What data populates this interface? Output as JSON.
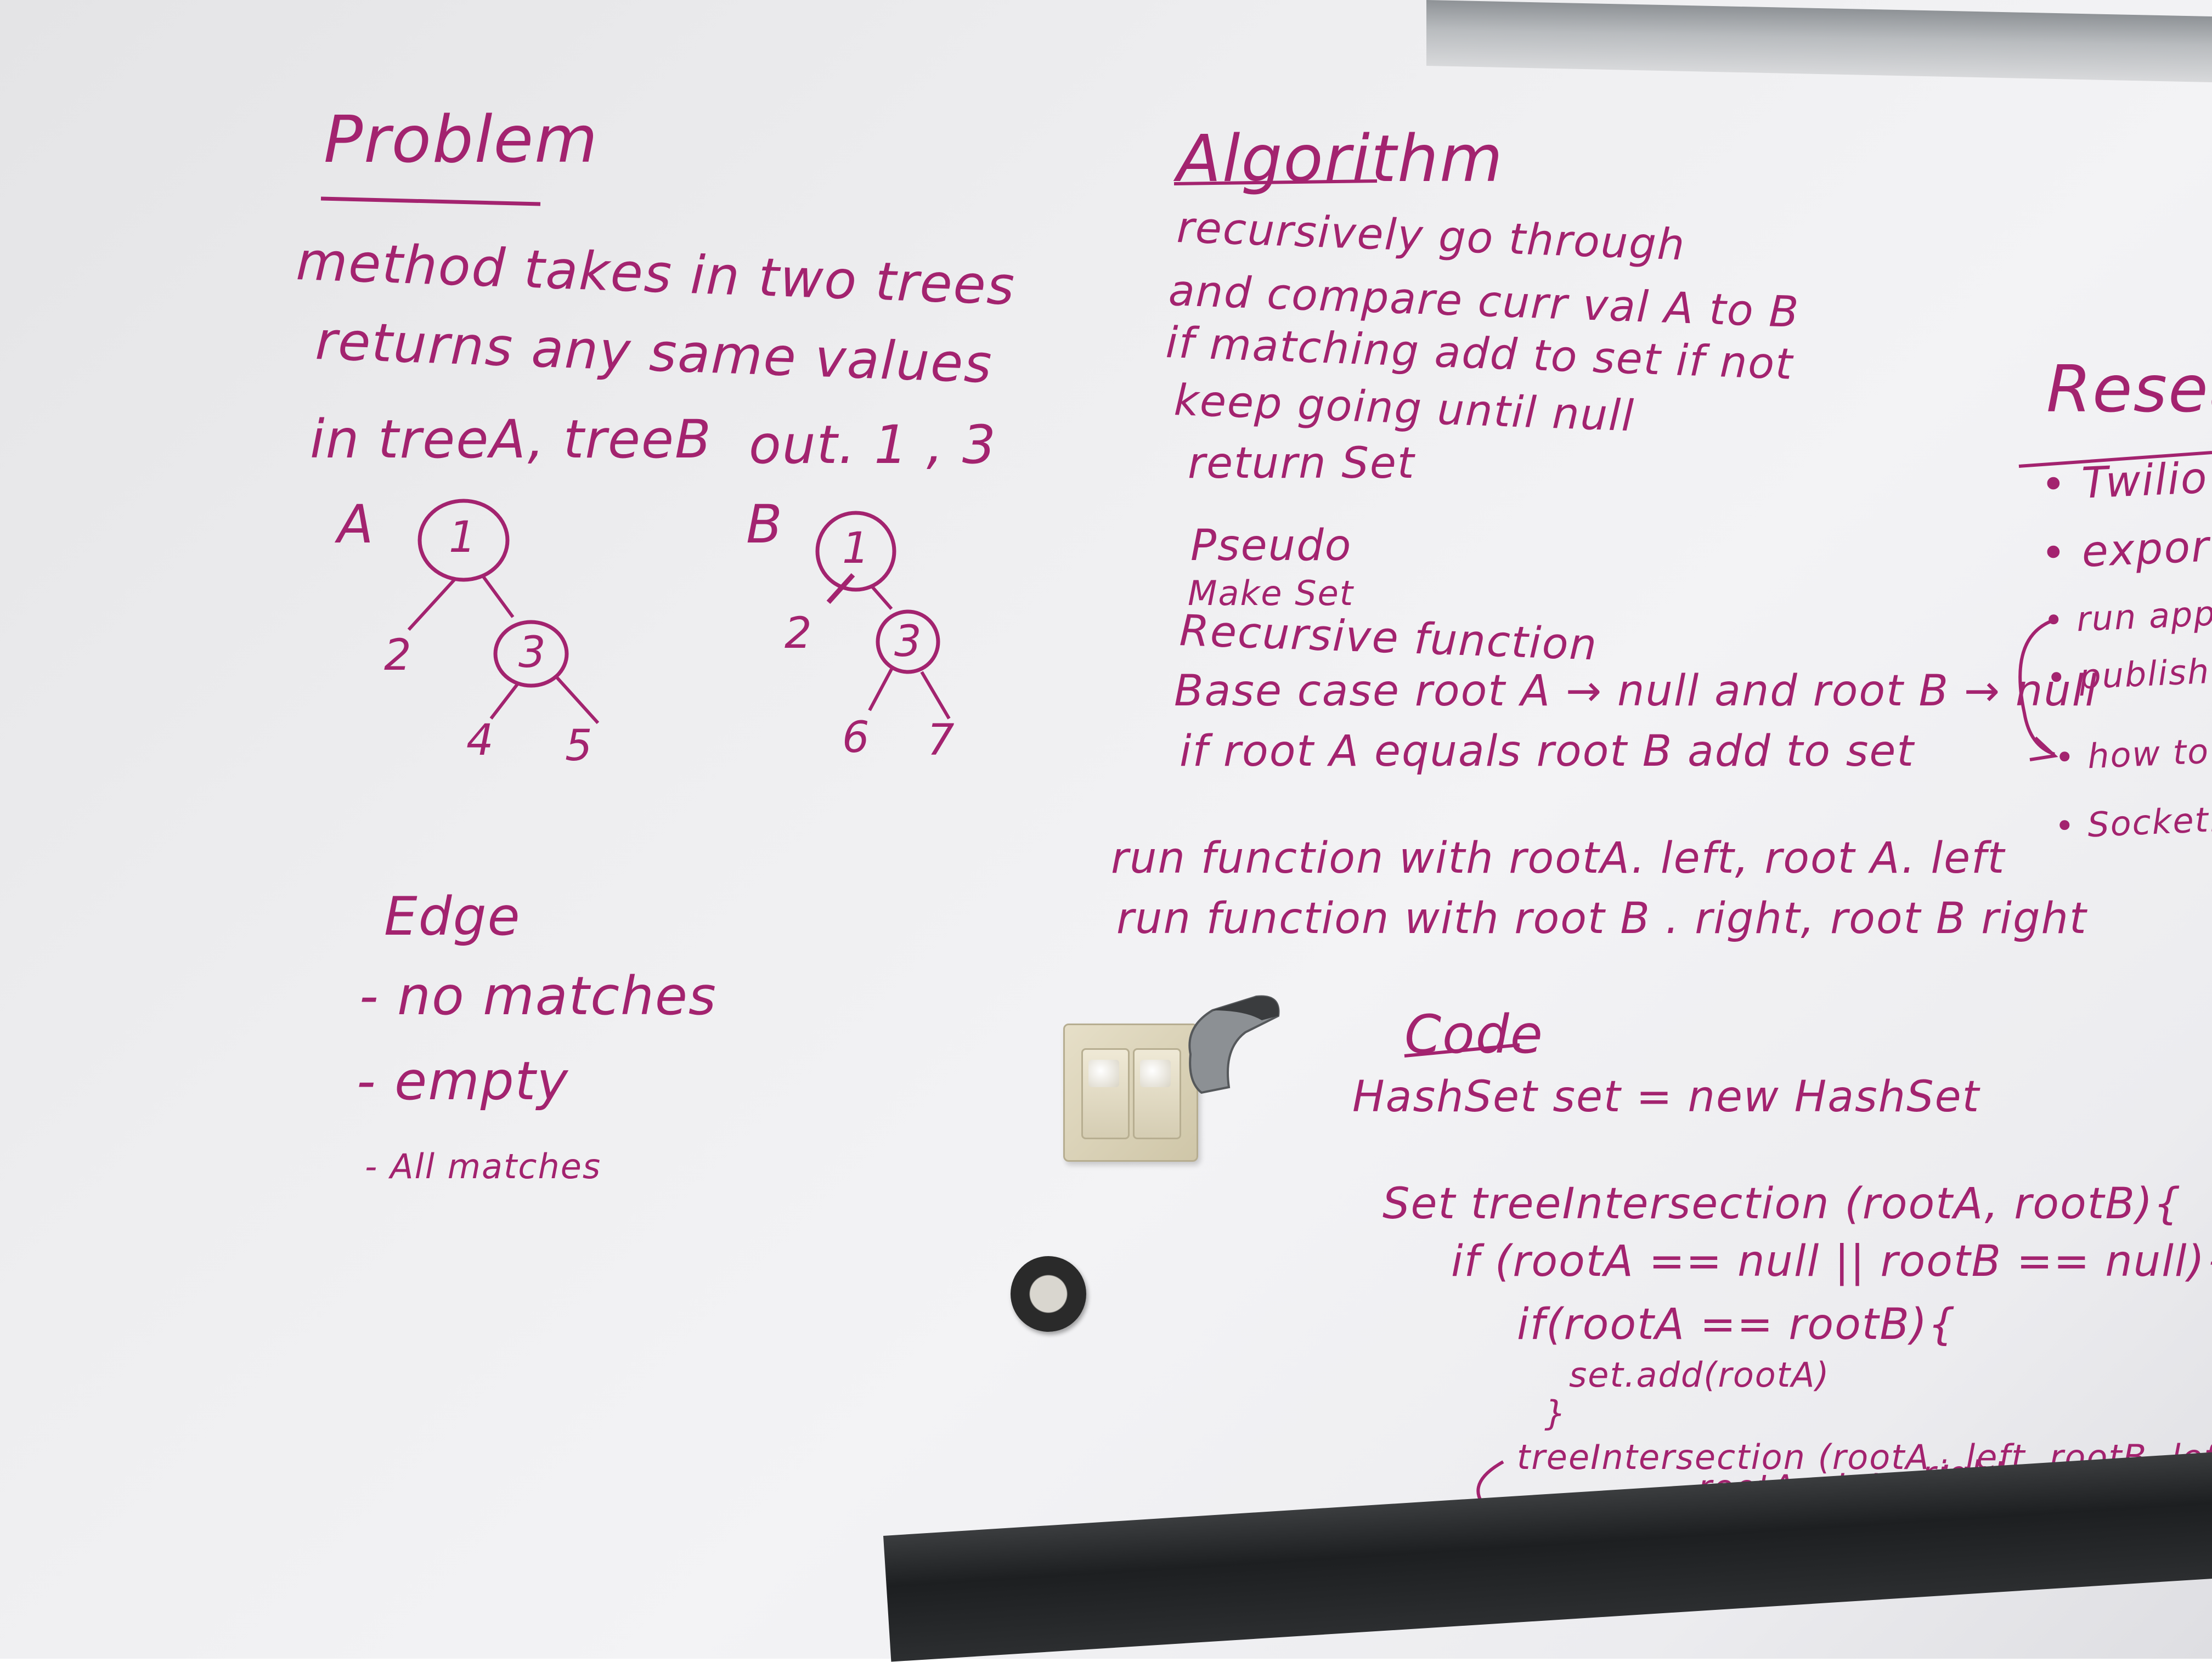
{
  "problem": {
    "heading": "Problem",
    "line1": "method takes in two trees",
    "line2": "returns any same values",
    "input": "in  treeA, treeB",
    "output": "out. 1 , 3"
  },
  "tree_a": {
    "label": "A",
    "root": "1",
    "left": "2",
    "right": "3",
    "right_left": "4",
    "right_right": "5"
  },
  "tree_b": {
    "label": "B",
    "root": "1",
    "left": "2",
    "right": "3",
    "right_left": "6",
    "right_right": "7"
  },
  "edge": {
    "heading": "Edge",
    "items": [
      "- no matches",
      "- empty",
      "- All matches"
    ]
  },
  "algorithm": {
    "heading": "Algorithm",
    "lines": [
      "recursively go through",
      "and compare curr val A to B",
      "if matching add to set if not",
      "keep going until null",
      "return Set"
    ]
  },
  "pseudo": {
    "heading": "Pseudo",
    "lines": [
      "Make Set",
      "Recursive function",
      "Base case    root A → null  and  root B → null",
      "if  root A equals  root B   add to set",
      "run function with rootA. left, root A. left",
      "run function  with  root B . right, root B right"
    ]
  },
  "code": {
    "heading": "Code",
    "lines": [
      "HashSet  set  =  new HashSet",
      "Set  treeIntersection (rootA, rootB){",
      "if (rootA == null || rootB == null){",
      "if(rootA == rootB){",
      "set.add(rootA)",
      "}",
      "treeIntersection (rootA . left,  rootB. left)",
      "rootA. right",
      ". right"
    ]
  },
  "research": {
    "heading": "Researc",
    "items": [
      "• Twilio ☐",
      "• export funt",
      "• run applicatio",
      "• publish a no",
      "• how to connect",
      "• Socket.io vs"
    ]
  },
  "colors": {
    "ink": "#a3236f",
    "board": "#eeeef0",
    "tray": "#1f2123"
  }
}
